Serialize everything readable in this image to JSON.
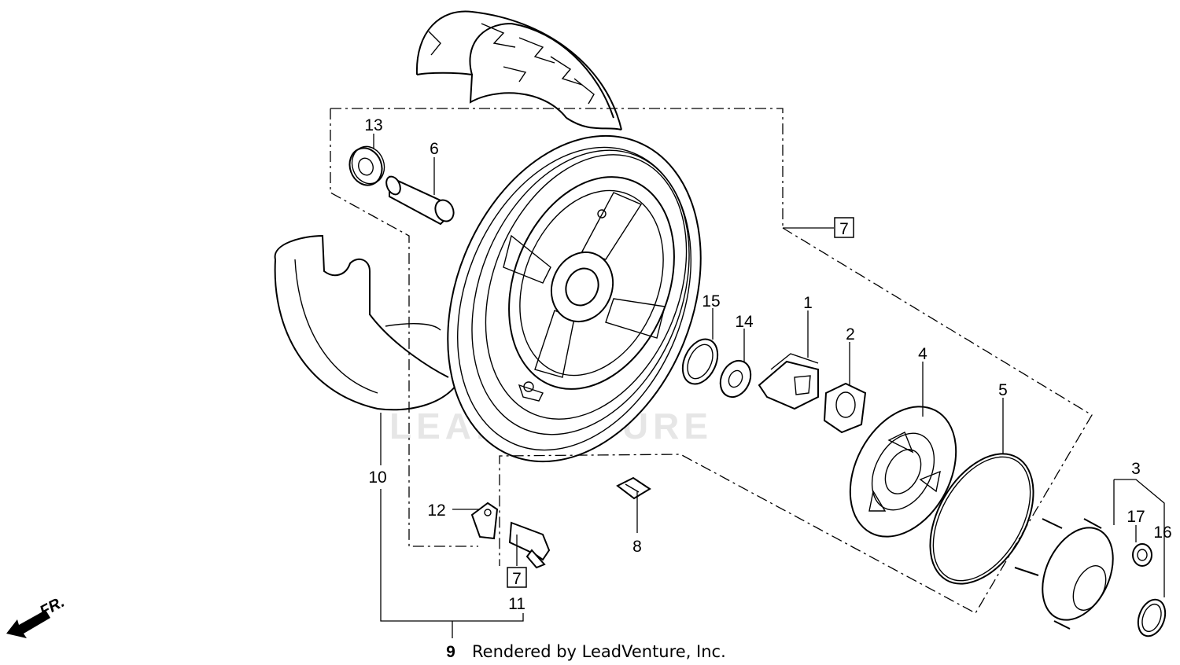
{
  "watermark": "LEADVENTURE",
  "credit": "Rendered by LeadVenture, Inc.",
  "direction_label": "FR.",
  "callouts": {
    "c1": "1",
    "c2": "2",
    "c3": "3",
    "c4": "4",
    "c5": "5",
    "c6": "6",
    "c7a": "7",
    "c7b": "7",
    "c8": "8",
    "c9": "9",
    "c10": "10",
    "c11": "11",
    "c12": "12",
    "c13": "13",
    "c14": "14",
    "c15": "15",
    "c16": "16",
    "c17": "17"
  }
}
